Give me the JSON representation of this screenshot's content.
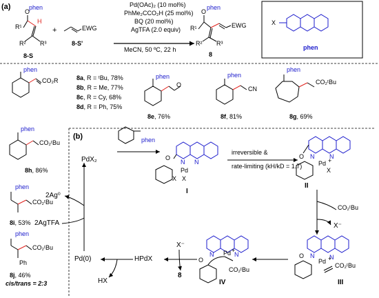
{
  "section_a": {
    "label": "(a)",
    "substrate": {
      "label": "8-S",
      "r1": "R¹",
      "r2": "R²",
      "r3": "R³",
      "h": "H",
      "o_group": "phen"
    },
    "plus": "+",
    "alkene": {
      "ewg": "EWG",
      "label": "8-S'"
    },
    "conditions": [
      "Pd(OAc)₂ (10 mol%)",
      "PhMe₂CCO₂H (25 mol%)",
      "BQ (20 mol%)",
      "AgTFA (2.0 equiv)",
      "MeCN, 50 ºC, 22 h"
    ],
    "product": {
      "label": "8",
      "ewg": "EWG",
      "r1": "R¹",
      "r2": "R²",
      "r3": "R³",
      "o_group": "phen"
    },
    "phen_box": {
      "label": "phen",
      "x": "X"
    }
  },
  "examples": {
    "8abcd": {
      "ester": "CO₂R",
      "o_group": "phen",
      "items": [
        {
          "id": "8a",
          "text": ", R = ᵗBu, 78%"
        },
        {
          "id": "8b",
          "text": ", R = Me, 77%"
        },
        {
          "id": "8c",
          "text": ", R = Cy, 68%"
        },
        {
          "id": "8d",
          "text": ", R = Ph, 75%"
        }
      ]
    },
    "8e": {
      "id": "8e",
      "yield": ", 76%",
      "o_group": "phen"
    },
    "8f": {
      "id": "8f",
      "yield": ", 81%",
      "group": "CN",
      "o_group": "phen"
    },
    "8g": {
      "id": "8g",
      "yield": ", 69%",
      "group": "CO₂ᵗBu",
      "o_group": "phen"
    },
    "8h": {
      "id": "8h",
      "yield": ", 86%",
      "group": "CO₂ᵗBu",
      "o_group": "phen"
    },
    "8i": {
      "id": "8i",
      "yield": ", 53%",
      "group": "CO₂ᵗBu",
      "o_group": "phen"
    },
    "8j": {
      "id": "8j",
      "yield": ", 46%",
      "group": "CO₂ᵗBu",
      "ph": "Ph",
      "ratio": "cis/trans = 2:3",
      "o_group": "phen"
    }
  },
  "section_b": {
    "label": "(b)",
    "start_o_group": "phen",
    "pdx2": "PdX₂",
    "ag0": "2Ag⁰",
    "agtfa": "2AgTFA",
    "pd0": "Pd(0)",
    "hpdx": "HPdX",
    "hx": "HX",
    "product": "8",
    "x_minus_top": "X⁻",
    "x_minus_bottom": "X⁻",
    "step_text_1": "irreversible &",
    "step_text_2": "rate-limiting (kH/kD = 1.7)",
    "alkene_group": "CO₂ᵗBu",
    "intermediates": {
      "I": {
        "label": "I",
        "pd": "Pd",
        "x1": "X",
        "x2": "X",
        "n1": "N",
        "n2": "N",
        "o": "O"
      },
      "II": {
        "label": "II",
        "pd": "Pd",
        "x": "X",
        "plus": "+",
        "n1": "N",
        "n2": "N",
        "o": "O"
      },
      "III": {
        "label": "III",
        "pd": "Pd",
        "plus": "+",
        "ester": "CO₂ᵗBu",
        "n1": "N",
        "n2": "N",
        "o": "O"
      },
      "IV": {
        "label": "IV",
        "pd": "Pd",
        "plus": "+",
        "ester": "CO₂ᵗBu",
        "n1": "N",
        "n2": "N",
        "o": "O"
      }
    }
  }
}
